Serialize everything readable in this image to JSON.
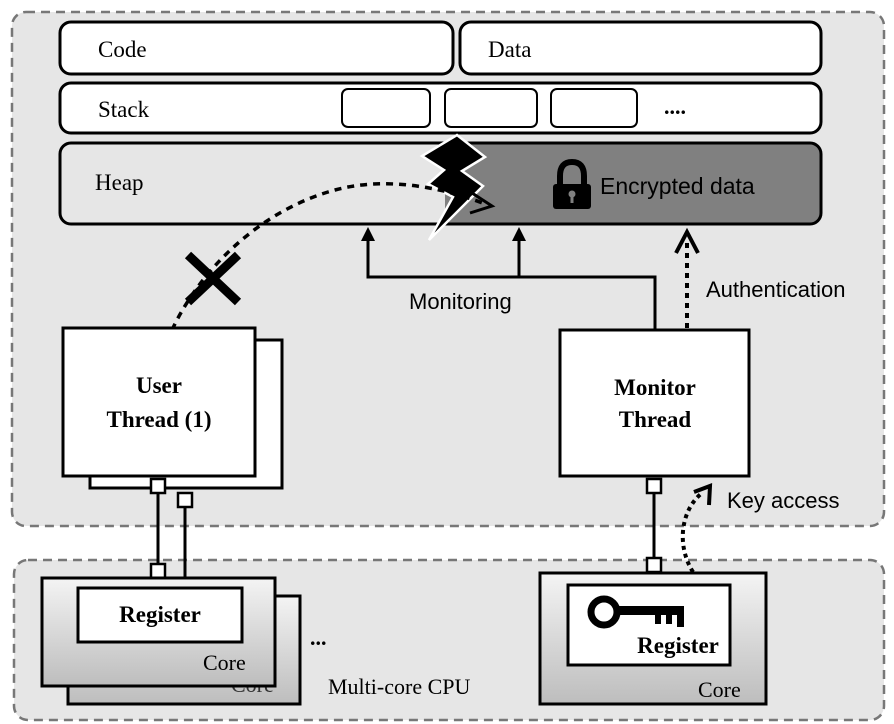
{
  "memory": {
    "code_label": "Code",
    "data_label": "Data",
    "stack_label": "Stack",
    "stack_more": "....",
    "heap_label": "Heap",
    "encrypted_label": "Encrypted data"
  },
  "labels": {
    "monitoring": "Monitoring",
    "authentication": "Authentication",
    "key_access": "Key access",
    "multicore": "Multi-core CPU",
    "cores_more": "..."
  },
  "threads": {
    "user_line1": "User",
    "user_line2": "Thread (1)",
    "monitor_line1": "Monitor",
    "monitor_line2": "Thread"
  },
  "cpu": {
    "register_left": "Register",
    "core_left_front": "Core",
    "core_left_back": "Core",
    "register_right": "Register",
    "core_right": "Core"
  },
  "icons": [
    "lock-icon",
    "lightning-bolt-icon",
    "blocked-x-icon",
    "key-icon"
  ],
  "colors": {
    "region_fill": "#e6e6e6",
    "encrypted_fill": "#7f7f7f",
    "stroke": "#000000"
  }
}
